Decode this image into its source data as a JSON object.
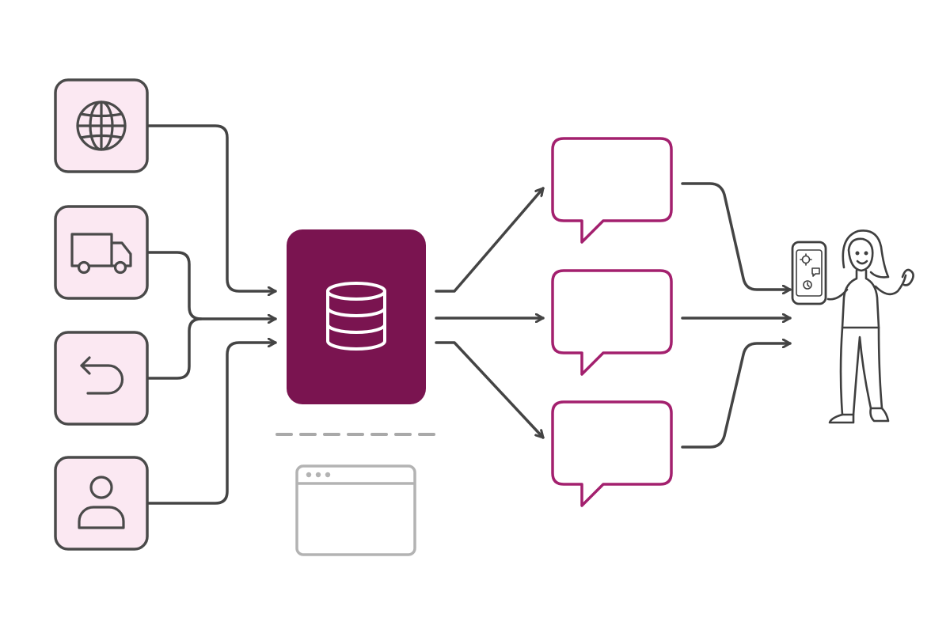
{
  "colors": {
    "background": "#ffffff",
    "source_fill": "#fbe8f2",
    "outline_dark": "#4a4a4a",
    "connector": "#444444",
    "hub_fill": "#7a1450",
    "hub_icon": "#ffffff",
    "bubble_stroke": "#a3206e",
    "dashed_gray": "#a9a9a9",
    "window_gray": "#b3b3b3",
    "person_line": "#3f3f3f"
  },
  "sources": [
    {
      "name": "source-web",
      "icon": "globe-icon"
    },
    {
      "name": "source-shipping",
      "icon": "truck-icon"
    },
    {
      "name": "source-returns",
      "icon": "return-arrow-icon"
    },
    {
      "name": "source-customer",
      "icon": "user-icon"
    }
  ],
  "hub": {
    "icon": "database-icon"
  },
  "outputs": [
    {
      "name": "message-bubble-1",
      "icon": "speech-bubble-icon"
    },
    {
      "name": "message-bubble-2",
      "icon": "speech-bubble-icon"
    },
    {
      "name": "message-bubble-3",
      "icon": "speech-bubble-icon"
    }
  ],
  "secondary": {
    "icon": "browser-window-icon"
  },
  "recipient": {
    "icon": "person-with-phone-icon",
    "phone_icons": [
      "gear-icon",
      "chat-icon",
      "clock-icon"
    ]
  }
}
